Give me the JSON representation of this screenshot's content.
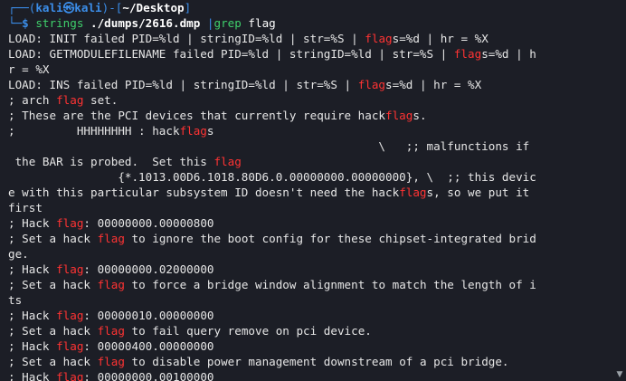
{
  "prompt": {
    "corner_top": "┌──(",
    "user": "kali",
    "at": "㉿",
    "host": "kali",
    "close_paren": ")-[",
    "cwd": "~/Desktop",
    "close_bracket": "]",
    "corner_bottom": "└─",
    "dollar": "$ ",
    "cmd": "strings",
    "arg": " ./dumps/2616.dmp",
    "pipe": " |",
    "grep": "grep",
    "grep_arg": " flag"
  },
  "output": [
    [
      [
        "LOAD: INIT failed PID=%ld | stringID=%ld | str=%S | ",
        ""
      ],
      [
        "flag",
        "hl"
      ],
      [
        "s=%d | hr = %X",
        ""
      ]
    ],
    [
      [
        "LOAD: GETMODULEFILENAME failed PID=%ld | stringID=%ld | str=%S | ",
        ""
      ],
      [
        "flag",
        "hl"
      ],
      [
        "s=%d | h",
        ""
      ]
    ],
    [
      [
        "r = %X",
        ""
      ]
    ],
    [
      [
        "LOAD: INS failed PID=%ld | stringID=%ld | str=%S | ",
        ""
      ],
      [
        "flag",
        "hl"
      ],
      [
        "s=%d | hr = %X",
        ""
      ]
    ],
    [
      [
        "; arch ",
        ""
      ],
      [
        "flag",
        "hl"
      ],
      [
        " set.",
        ""
      ]
    ],
    [
      [
        "; These are the PCI devices that currently require hack",
        ""
      ],
      [
        "flag",
        "hl"
      ],
      [
        "s.",
        ""
      ]
    ],
    [
      [
        ";         HHHHHHHH : hack",
        ""
      ],
      [
        "flag",
        "hl"
      ],
      [
        "s",
        ""
      ]
    ],
    [
      [
        "                                                      \\   ;; malfunctions if",
        ""
      ]
    ],
    [
      [
        " the BAR is probed.  Set this ",
        ""
      ],
      [
        "flag",
        "hl"
      ]
    ],
    [
      [
        "                {*.1013.00D6.1018.80D6.0.00000000.00000000}, \\  ;; this devic",
        ""
      ]
    ],
    [
      [
        "e with this particular subsystem ID doesn't need the hack",
        ""
      ],
      [
        "flag",
        "hl"
      ],
      [
        "s, so we put it",
        ""
      ]
    ],
    [
      [
        "first",
        ""
      ]
    ],
    [
      [
        "; Hack ",
        ""
      ],
      [
        "flag",
        "hl"
      ],
      [
        ": 00000000.00000800",
        ""
      ]
    ],
    [
      [
        "; Set a hack ",
        ""
      ],
      [
        "flag",
        "hl"
      ],
      [
        " to ignore the boot config for these chipset-integrated brid",
        ""
      ]
    ],
    [
      [
        "ge.",
        ""
      ]
    ],
    [
      [
        "; Hack ",
        ""
      ],
      [
        "flag",
        "hl"
      ],
      [
        ": 00000000.02000000",
        ""
      ]
    ],
    [
      [
        "; Set a hack ",
        ""
      ],
      [
        "flag",
        "hl"
      ],
      [
        " to force a bridge window alignment to match the length of i",
        ""
      ]
    ],
    [
      [
        "ts",
        ""
      ]
    ],
    [
      [
        "; Hack ",
        ""
      ],
      [
        "flag",
        "hl"
      ],
      [
        ": 00000010.00000000",
        ""
      ]
    ],
    [
      [
        "; Set a hack ",
        ""
      ],
      [
        "flag",
        "hl"
      ],
      [
        " to fail query remove on pci device.",
        ""
      ]
    ],
    [
      [
        "; Hack ",
        ""
      ],
      [
        "flag",
        "hl"
      ],
      [
        ": 00000400.00000000",
        ""
      ]
    ],
    [
      [
        "; Set a hack ",
        ""
      ],
      [
        "flag",
        "hl"
      ],
      [
        " to disable power management downstream of a pci bridge.",
        ""
      ]
    ],
    [
      [
        "; Hack ",
        ""
      ],
      [
        "flag",
        "hl"
      ],
      [
        ": 00000000.00100000",
        ""
      ]
    ]
  ],
  "scroll_down_glyph": "▼"
}
